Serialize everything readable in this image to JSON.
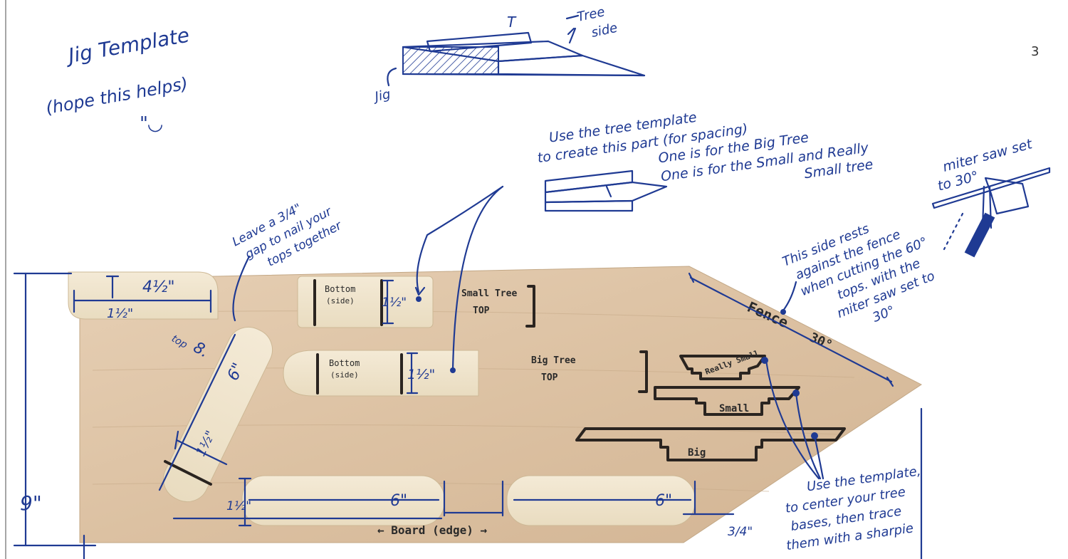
{
  "page_number": "3",
  "title": "Jig Template",
  "subtitle": "(hope this helps)",
  "smiley": "\"◡",
  "cross_section": {
    "t_label": "T",
    "tree_side_label_1": "Tree",
    "tree_side_label_2": "side",
    "jig_label": "Jig"
  },
  "note_tree_template": {
    "line1": "Use the tree template",
    "line2": "to create this part (for spacing)",
    "line3": "One is for the Big Tree",
    "line4": "One is for the Small and Really",
    "line5": "Small tree"
  },
  "note_miter": {
    "line1": "miter saw set",
    "line2": "to 30°"
  },
  "note_gap": {
    "line1": "Leave a 3/4\"",
    "line2": "gap to nail your",
    "line3": "tops together"
  },
  "note_fence_side": {
    "line1": "This side rests",
    "line2": "against the fence",
    "line3": "when cutting the 60°",
    "line4": "tops. with the",
    "line5": "miter saw set to",
    "line6": "30°"
  },
  "note_template": {
    "line1": "Use the template,",
    "line2": "to center your tree",
    "line3": "bases, then trace",
    "line4": "them with a sharpie"
  },
  "dimensions": {
    "top_block_length": "4½\"",
    "top_block_height": "1½\"",
    "angled_block_length": "6\"",
    "angled_block_width": "1½\"",
    "angled_block_top": "top",
    "angled_block_mark": "8.",
    "bottom_left_length": "6\"",
    "bottom_right_length": "6\"",
    "bottom_left_height": "1½\"",
    "board_height": "9\"",
    "gap": "3/4\"",
    "small_block_width": "1½\"",
    "big_block_width": "1½\""
  },
  "board": {
    "edge_label": "← Board (edge) →",
    "fence_label": "Fence",
    "fence_angle": "30°",
    "small_bottom_1": "Bottom",
    "small_bottom_2": "(side)",
    "big_bottom_1": "Bottom",
    "big_bottom_2": "(side)",
    "small_tree_top_1": "Small Tree",
    "small_tree_top_2": "TOP",
    "big_tree_top_1": "Big Tree",
    "big_tree_top_2": "TOP",
    "trace_really_small": "Really Small",
    "trace_small": "Small",
    "trace_big": "Big"
  }
}
